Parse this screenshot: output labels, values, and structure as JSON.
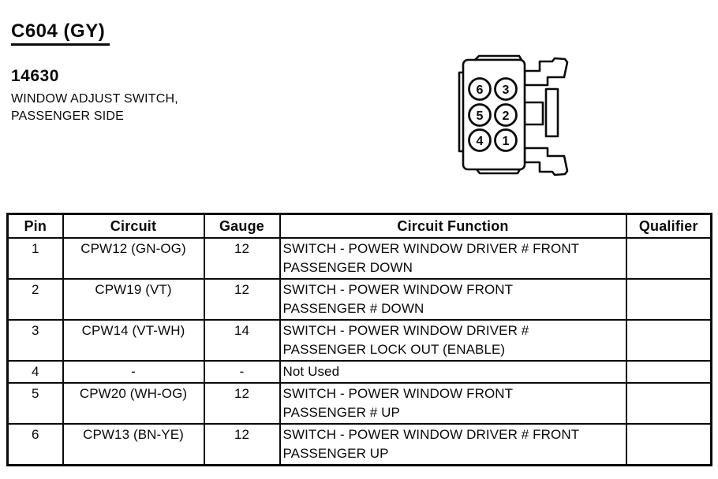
{
  "header": {
    "connector_id": "C604 (GY)",
    "part_number": "14630",
    "description": "WINDOW ADJUST SWITCH,\nPASSENGER SIDE"
  },
  "connector": {
    "name": "6-cavity connector face view",
    "pins": [
      "6",
      "3",
      "5",
      "2",
      "4",
      "1"
    ]
  },
  "table": {
    "columns": [
      "Pin",
      "Circuit",
      "Gauge",
      "Circuit Function",
      "Qualifier"
    ],
    "rows": [
      {
        "pin": "1",
        "circuit": "CPW12 (GN-OG)",
        "gauge": "12",
        "function": "SWITCH - POWER WINDOW DRIVER # FRONT\nPASSENGER DOWN",
        "qualifier": ""
      },
      {
        "pin": "2",
        "circuit": "CPW19 (VT)",
        "gauge": "12",
        "function": "SWITCH - POWER WINDOW FRONT\nPASSENGER # DOWN",
        "qualifier": ""
      },
      {
        "pin": "3",
        "circuit": "CPW14 (VT-WH)",
        "gauge": "14",
        "function": "SWITCH - POWER WINDOW DRIVER #\nPASSENGER LOCK OUT (ENABLE)",
        "qualifier": ""
      },
      {
        "pin": "4",
        "circuit": "-",
        "gauge": "-",
        "function": "Not Used",
        "qualifier": ""
      },
      {
        "pin": "5",
        "circuit": "CPW20 (WH-OG)",
        "gauge": "12",
        "function": "SWITCH - POWER WINDOW FRONT\nPASSENGER # UP",
        "qualifier": ""
      },
      {
        "pin": "6",
        "circuit": "CPW13 (BN-YE)",
        "gauge": "12",
        "function": "SWITCH - POWER WINDOW DRIVER # FRONT\nPASSENGER UP",
        "qualifier": ""
      }
    ]
  },
  "colors": {
    "ink": "#0a0a0a",
    "paper": "#ffffff"
  }
}
